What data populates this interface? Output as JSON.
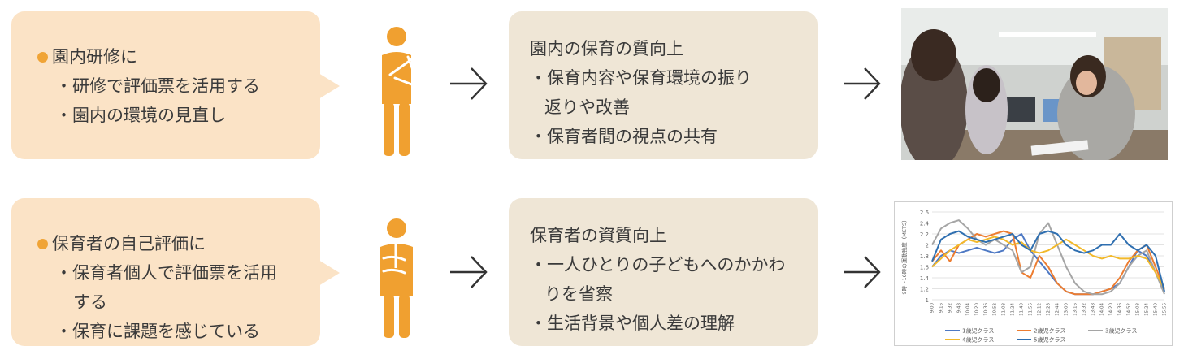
{
  "rows": [
    {
      "bubble": {
        "heading": "園内研修に",
        "items": [
          {
            "text": "・研修で評価票を活用する",
            "cont": ""
          },
          {
            "text": "・園内の環境の見直し",
            "cont": ""
          }
        ]
      },
      "outcome": {
        "title": "園内の保育の質向上",
        "items": [
          {
            "text": "・保育内容や保育環境の振り",
            "cont": "返りや改善"
          },
          {
            "text": "・保育者間の視点の共有",
            "cont": ""
          }
        ]
      }
    },
    {
      "bubble": {
        "heading": "保育者の自己評価に",
        "items": [
          {
            "text": "・保育者個人で評価票を活用",
            "cont": "する"
          },
          {
            "text": "・保育に課題を感じている",
            "cont": ""
          }
        ]
      },
      "outcome": {
        "title": "保育者の資質向上",
        "items": [
          {
            "text": "・一人ひとりの子どもへのかかわ",
            "cont": "りを省察"
          },
          {
            "text": "・生活背景や個人差の理解",
            "cont": ""
          }
        ]
      }
    }
  ],
  "colors": {
    "bubble": "#fbe3c6",
    "box": "#efe6d6",
    "accent": "#f0a436",
    "person": "#f0a030"
  },
  "chart_data": {
    "type": "line",
    "ylabel": "9時〜16時の運動強度（METS）",
    "ylim": [
      1,
      2.6
    ],
    "yticks": [
      "1",
      "1.2",
      "1.4",
      "1.6",
      "1.8",
      "2",
      "2.2",
      "2.4",
      "2.6"
    ],
    "x": [
      "9:00",
      "9:16",
      "9:32",
      "9:48",
      "10:04",
      "10:20",
      "10:36",
      "10:52",
      "11:08",
      "11:24",
      "11:40",
      "11:56",
      "12:12",
      "12:28",
      "12:44",
      "13:00",
      "13:16",
      "13:32",
      "13:48",
      "14:04",
      "14:20",
      "14:36",
      "14:52",
      "15:08",
      "15:24",
      "15:40",
      "15:56"
    ],
    "series": [
      {
        "name": "1歳児クラス",
        "color": "#4e79c4",
        "values": [
          1.6,
          1.8,
          1.9,
          1.85,
          1.9,
          1.95,
          1.9,
          1.85,
          1.9,
          2.1,
          2.2,
          1.9,
          1.7,
          1.5,
          1.3,
          1.15,
          1.1,
          1.1,
          1.1,
          1.15,
          1.2,
          1.3,
          1.6,
          1.9,
          1.8,
          1.5,
          1.15
        ]
      },
      {
        "name": "2歳児クラス",
        "color": "#ed7d31",
        "values": [
          1.7,
          1.9,
          1.7,
          2.0,
          2.1,
          2.2,
          2.15,
          2.2,
          2.25,
          2.2,
          1.5,
          1.4,
          1.8,
          1.6,
          1.3,
          1.15,
          1.1,
          1.1,
          1.1,
          1.15,
          1.2,
          1.4,
          1.7,
          1.9,
          2.0,
          1.6,
          1.2
        ]
      },
      {
        "name": "3歳児クラス",
        "color": "#a5a5a5",
        "values": [
          2.0,
          2.3,
          2.4,
          2.45,
          2.3,
          2.1,
          2.0,
          2.1,
          2.0,
          1.9,
          1.5,
          1.6,
          2.2,
          2.4,
          2.0,
          1.6,
          1.3,
          1.15,
          1.1,
          1.1,
          1.15,
          1.3,
          1.6,
          1.8,
          1.9,
          1.5,
          1.1
        ]
      },
      {
        "name": "4歳児クラス",
        "color": "#f2b92b",
        "values": [
          1.6,
          1.75,
          1.9,
          2.0,
          2.1,
          2.05,
          2.1,
          2.15,
          2.1,
          2.0,
          2.05,
          1.9,
          1.85,
          1.9,
          2.0,
          2.1,
          2.0,
          1.9,
          1.8,
          1.75,
          1.8,
          1.75,
          1.75,
          1.8,
          1.75,
          1.5,
          1.2
        ]
      },
      {
        "name": "5歳児クラス",
        "color": "#2f6fb0",
        "values": [
          1.7,
          2.1,
          2.2,
          2.25,
          2.15,
          2.1,
          2.05,
          2.1,
          2.15,
          2.2,
          2.0,
          1.9,
          2.2,
          2.25,
          2.2,
          2.0,
          1.9,
          1.85,
          1.9,
          2.0,
          2.0,
          2.2,
          2.0,
          1.9,
          2.0,
          1.8,
          1.15
        ]
      }
    ],
    "legend": "bottom"
  }
}
